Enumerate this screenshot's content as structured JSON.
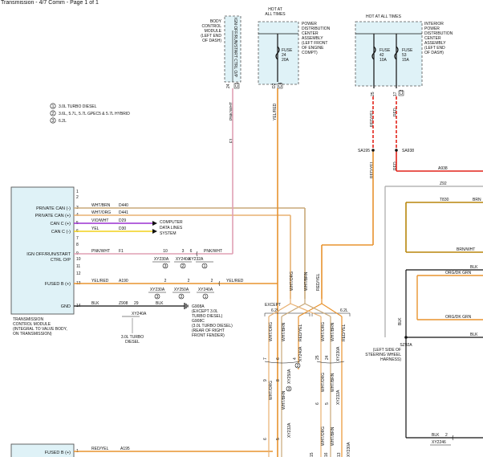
{
  "page": {
    "title": "Transmission - 4/7 Comm - Page 1 of 1",
    "colors": {
      "pink": "#e0a0b4",
      "orange": "#e8932e",
      "red": "#e2231a",
      "blue_violet": "#9b30d0",
      "yellow": "#f2d21c",
      "brown": "#b8860b",
      "tan": "#c8a878",
      "gray": "#a8a8a8",
      "panel_fill": "#dff2f7"
    }
  },
  "legend": {
    "items": [
      {
        "num": "1",
        "label": "3.0L TURBO DIESEL"
      },
      {
        "num": "2",
        "label": "3.6L, 5.7L, 5.7L GPEC5 & 5.7L HYBRID"
      },
      {
        "num": "3",
        "label": "6.2L"
      }
    ]
  },
  "bcm": {
    "lines": [
      "BODY",
      "CONTROL",
      "MODULE",
      "(LEFT END",
      "OF DASH)"
    ],
    "box_text": "IGN OFF/RUN/START CTRL O/P",
    "pin": "24",
    "conn": "C1",
    "wire_id": "F1",
    "wire_color": "PNK/WHT"
  },
  "hot1": {
    "label": [
      "HOT AT",
      "ALL TIMES"
    ],
    "fuse": [
      "FUSE",
      "24",
      "20A"
    ],
    "pdc": [
      "POWER",
      "DISTRIBUTION",
      "CENTER",
      "ASSEMBLY",
      "(LEFT FRONT",
      "OF ENGINE",
      "COMPT)"
    ],
    "pin": "D2",
    "conn": "C6",
    "wire_color": "YEL/RED"
  },
  "hot2": {
    "label": "HOT AT ALL TIMES",
    "fuse_a": [
      "FUSE",
      "42",
      "10A"
    ],
    "fuse_b": [
      "FUSE",
      "53",
      "15A"
    ],
    "ipdc": [
      "INTERIOR",
      "POWER",
      "DISTRIBUTION",
      "CENTER",
      "ASSEMBLY",
      "(LEFT END",
      "OF DASH)"
    ],
    "pin_a": "25",
    "pin_b": "17",
    "conn": "C2",
    "wire_a": "RED/YEL",
    "wire_b": "RED",
    "splice_a": "SA195",
    "splice_b": "SA938",
    "wire_b_id": "A938"
  },
  "tcm": {
    "pins": [
      {
        "num": "1",
        "label": ""
      },
      {
        "num": "2",
        "label": ""
      },
      {
        "num": "3",
        "label": "PRIVATE CAN (-)"
      },
      {
        "num": "4",
        "label": "PRIVATE CAN (+)"
      },
      {
        "num": "5",
        "label": "CAN C (+)"
      },
      {
        "num": "6",
        "label": "CAN C (-)"
      },
      {
        "num": "7",
        "label": ""
      },
      {
        "num": "8",
        "label": ""
      },
      {
        "num": "9",
        "label": "IGN OFF/RUN/START"
      },
      {
        "num": "10",
        "label": "CTRL O/P"
      },
      {
        "num": "11",
        "label": ""
      },
      {
        "num": "12",
        "label": ""
      },
      {
        "num": "13",
        "label": "FUSED B (+)"
      },
      {
        "num": "14",
        "label": "GND"
      }
    ],
    "caption": [
      "TRANSMISSION",
      "CONTROL MODULE",
      "(INTEGRAL TO VALVE BODY,",
      "ON TRANSMISSION)"
    ],
    "bottom_pin": "1",
    "bottom_label": "FUSED B (+)"
  },
  "wires": {
    "w3": {
      "color": "WHT/BRN",
      "id": "D440"
    },
    "w4": {
      "color": "WHT/ORG",
      "id": "D441"
    },
    "w5": {
      "color": "VIO/WHT",
      "id": "D29"
    },
    "w6": {
      "color": "YEL",
      "id": "D30"
    },
    "can_dest": [
      "COMPUTER",
      "DATA LINES",
      "SYSTEM"
    ],
    "w9": {
      "color": "PNK/WHT",
      "id": "F1",
      "out_color": "PNK/WHT"
    },
    "w13": {
      "color": "YEL/RED",
      "id": "A190",
      "out_color": "YEL/RED"
    },
    "w14": {
      "color": "BLK",
      "id": "Z908",
      "pin": "29",
      "out_color": "BLK"
    },
    "bottom": {
      "color": "RED/YEL",
      "id": "A195"
    }
  },
  "xy": {
    "row9": [
      {
        "pin": "10",
        "conn": "XY230A",
        "var": "3"
      },
      {
        "pin": "3",
        "conn": "XY240A",
        "var": "2"
      },
      {
        "pin": "6",
        "conn": "XY232A",
        "var": "1"
      }
    ],
    "row13": [
      {
        "pin": "2",
        "conn": "XY230A",
        "var": "3"
      },
      {
        "pin": "2",
        "conn": "XY250A",
        "var": "2"
      },
      {
        "pin": "2",
        "conn": "XY240A",
        "var": "1"
      }
    ],
    "gnd": {
      "conn": "XY240A",
      "note": [
        "3.0L TURBO",
        "DIESEL"
      ]
    }
  },
  "ground": {
    "lines": [
      "G908A",
      "(EXCEPT 3.0L",
      "TURBO DIESEL)",
      "G908C",
      "(3.0L TURBO DIESEL)",
      "(REAR OF RIGHT",
      "FRONT FENDER)"
    ]
  },
  "center": {
    "v_wires": [
      "WHT/ORG",
      "WHT/BRN",
      "RED/YEL"
    ],
    "except_label": [
      "EXCEPT",
      "6.2L"
    ],
    "only_label": "6.2L",
    "left_group": {
      "colors": [
        "WHT/ORG",
        "WHT/BRN",
        "RED/YEL"
      ],
      "pins": [
        "7",
        "6",
        "4"
      ],
      "conn": "XY240A",
      "var": "2"
    },
    "left_group2": {
      "colors": [
        "WHT/ORG",
        "WHT/BRN"
      ],
      "pins": [
        "9",
        "8"
      ],
      "conn": "XY250A",
      "var": "3"
    },
    "left_group3": {
      "pins": [
        "6",
        "5"
      ],
      "conn": "XY232A"
    },
    "right_group": {
      "colors": [
        "WHT/ORG",
        "WHT/BRN",
        "RED/YEL"
      ],
      "pins": [
        "25",
        "24",
        ""
      ],
      "conn": "XY230A"
    },
    "right_group2": {
      "colors": [
        "WHT/ORG",
        "WHT/BRN"
      ],
      "pins": [
        "6",
        "5"
      ],
      "conn": "XY232A"
    },
    "right_group3": {
      "colors": [
        "WHT/ORG",
        "WHT/BRN"
      ],
      "pins": [
        "15",
        "16",
        "13"
      ],
      "conn": "XY230A"
    }
  },
  "right": {
    "z92": "Z92",
    "t830": {
      "id": "T830",
      "color": "BRN"
    },
    "brnwht": "BRN/WHT",
    "blk1": "BLK",
    "orgdk1": "ORG/DK GRN",
    "orgdk2": "ORG/DK GRN",
    "blk2": "BLK",
    "blk_v": "BLK",
    "splice": {
      "id": "SZ92A",
      "lines": [
        "(LEFT SIDE OF",
        "STEERING WHEEL",
        "HARNESS)"
      ]
    },
    "bottom": {
      "color": "BLK",
      "pin": "2",
      "conn": "XY2246"
    }
  }
}
